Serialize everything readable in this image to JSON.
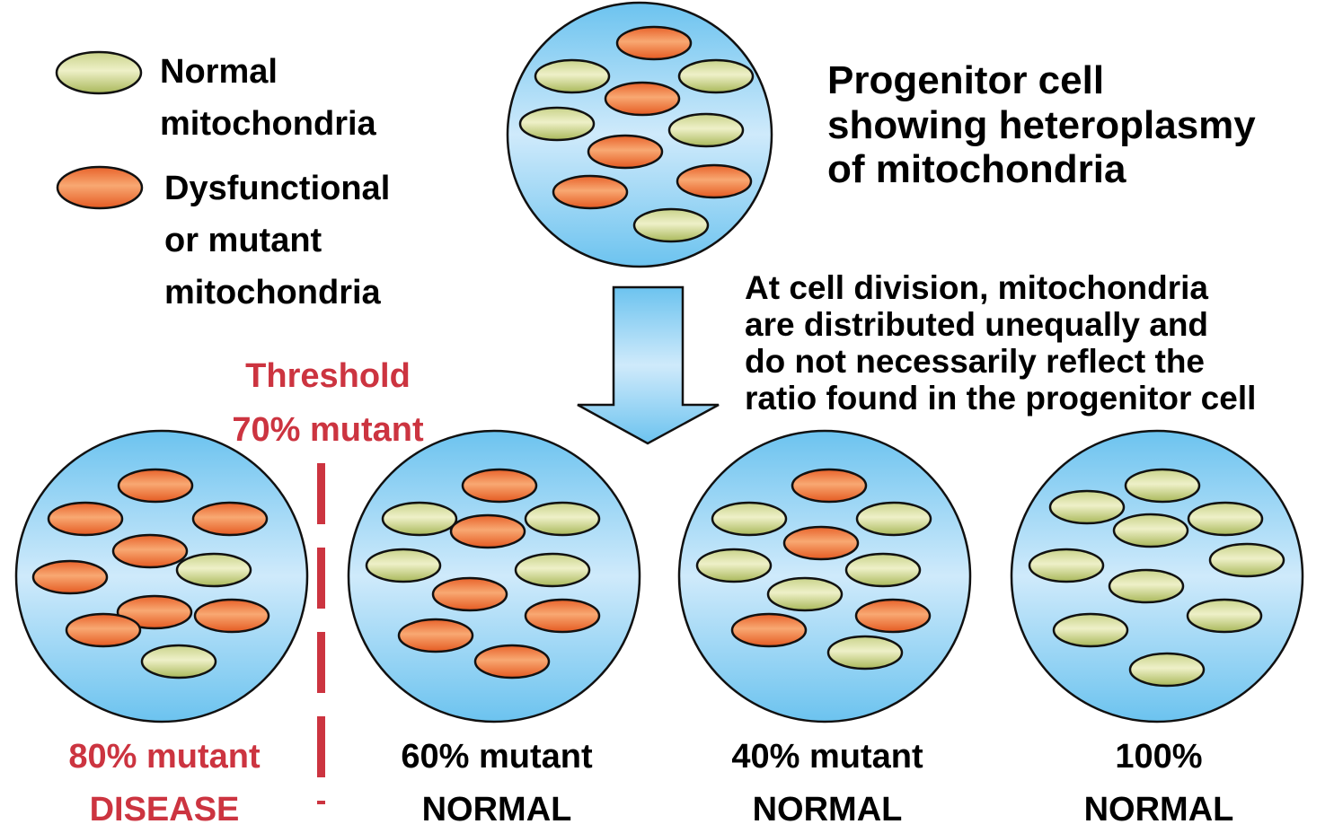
{
  "colors": {
    "normal": "#d8e0a0",
    "mutant": "#f39a5c",
    "cell": "#7fcaf2",
    "threshold": "#cc3440",
    "text": "#000000"
  },
  "legend": {
    "items": [
      {
        "type": "normal",
        "icon": "normal-mitochondrion-icon",
        "lines": [
          "Normal",
          "mitochondria"
        ]
      },
      {
        "type": "mutant",
        "icon": "mutant-mitochondrion-icon",
        "lines": [
          "Dysfunctional",
          "or mutant",
          "mitochondria"
        ]
      }
    ]
  },
  "progenitor": {
    "title_lines": [
      "Progenitor cell",
      "showing heteroplasmy",
      "of mitochondria"
    ],
    "mitochondria": [
      "mutant",
      "normal",
      "normal",
      "mutant",
      "normal",
      "normal",
      "mutant",
      "mutant",
      "mutant",
      "normal"
    ],
    "mutant_count": 5,
    "total_count": 10
  },
  "division_note": {
    "arrow_icon": "down-arrow-icon",
    "lines": [
      "At cell division, mitochondria",
      "are distributed unequally and",
      "do not necessarily reflect the",
      "ratio found in the progenitor cell"
    ]
  },
  "threshold": {
    "lines": [
      "Threshold",
      "70% mutant"
    ],
    "percent_mutant": 70
  },
  "daughter_cells": [
    {
      "id": "cell-80",
      "percent_mutant": 80,
      "label_lines": [
        "80% mutant",
        "DISEASE"
      ],
      "status": "disease",
      "mitochondria": [
        "mutant",
        "mutant",
        "mutant",
        "mutant",
        "mutant",
        "normal",
        "mutant",
        "mutant",
        "mutant",
        "normal"
      ]
    },
    {
      "id": "cell-60",
      "percent_mutant": 60,
      "label_lines": [
        "60% mutant",
        "NORMAL"
      ],
      "status": "normal",
      "mitochondria": [
        "mutant",
        "normal",
        "normal",
        "mutant",
        "normal",
        "normal",
        "mutant",
        "mutant",
        "mutant",
        "mutant"
      ]
    },
    {
      "id": "cell-40",
      "percent_mutant": 40,
      "label_lines": [
        "40% mutant",
        "NORMAL"
      ],
      "status": "normal",
      "mitochondria": [
        "mutant",
        "normal",
        "normal",
        "mutant",
        "normal",
        "normal",
        "normal",
        "mutant",
        "mutant",
        "normal"
      ]
    },
    {
      "id": "cell-100",
      "percent_normal": 100,
      "label_lines": [
        "100%",
        "NORMAL"
      ],
      "status": "normal",
      "mitochondria": [
        "normal",
        "normal",
        "normal",
        "normal",
        "normal",
        "normal",
        "normal",
        "normal",
        "normal",
        "normal"
      ]
    }
  ]
}
